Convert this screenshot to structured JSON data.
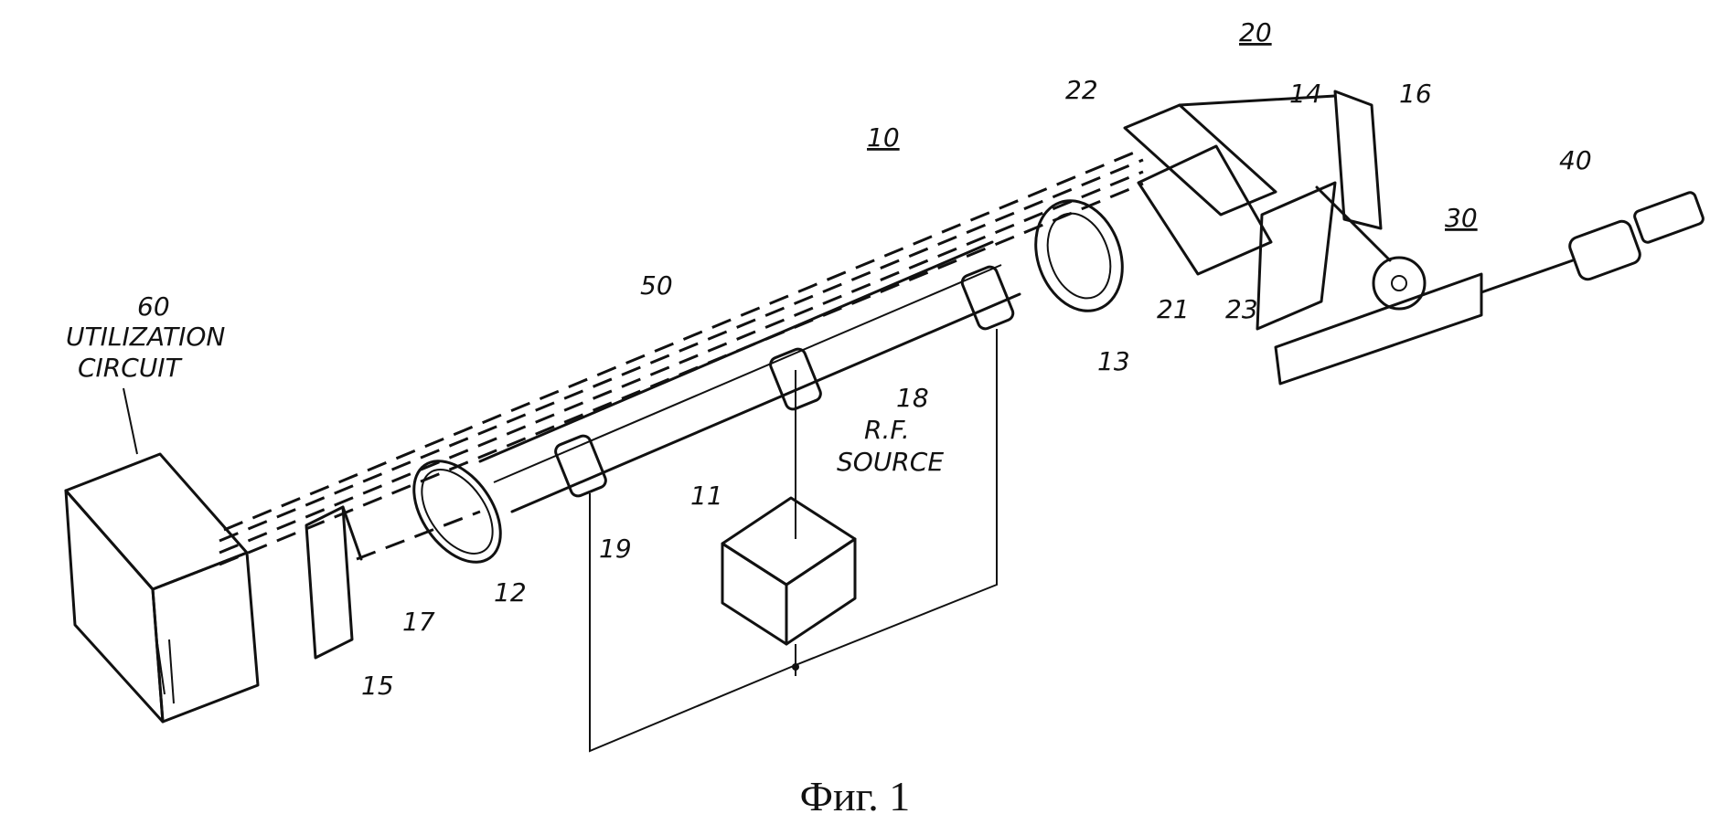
{
  "caption": "Фиг. 1",
  "labels": {
    "l10": "10",
    "l11": "11",
    "l12": "12",
    "l13": "13",
    "l14": "14",
    "l15": "15",
    "l16": "16",
    "l17": "17",
    "l18": "18",
    "l19": "19",
    "l20": "20",
    "l21": "21",
    "l22": "22",
    "l23": "23",
    "l30": "30",
    "l40": "40",
    "l50": "50",
    "l60": "60",
    "utilization_line1": "UTILIZATION",
    "utilization_line2": "CIRCUIT",
    "rf_line1": "R.F.",
    "rf_line2": "SOURCE"
  }
}
